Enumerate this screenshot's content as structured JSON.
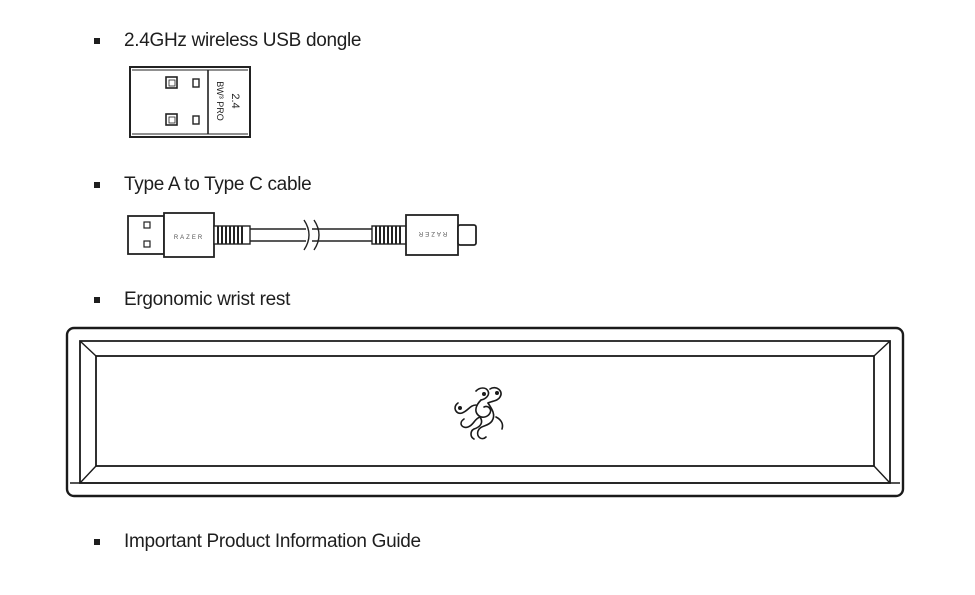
{
  "items": [
    {
      "label": "2.4GHz wireless USB dongle"
    },
    {
      "label": "Type A to Type C cable"
    },
    {
      "label": "Ergonomic wrist rest"
    },
    {
      "label": "Important Product Information Guide"
    }
  ],
  "dongle": {
    "text_top": "2.4",
    "text_bottom": "BW³ PRO"
  },
  "cable": {
    "brand": "RAZER"
  },
  "icons": {
    "dongle": "usb-dongle-icon",
    "cable": "usb-cable-icon",
    "wrist_rest": "wrist-rest-icon",
    "logo": "razer-logo-icon"
  }
}
